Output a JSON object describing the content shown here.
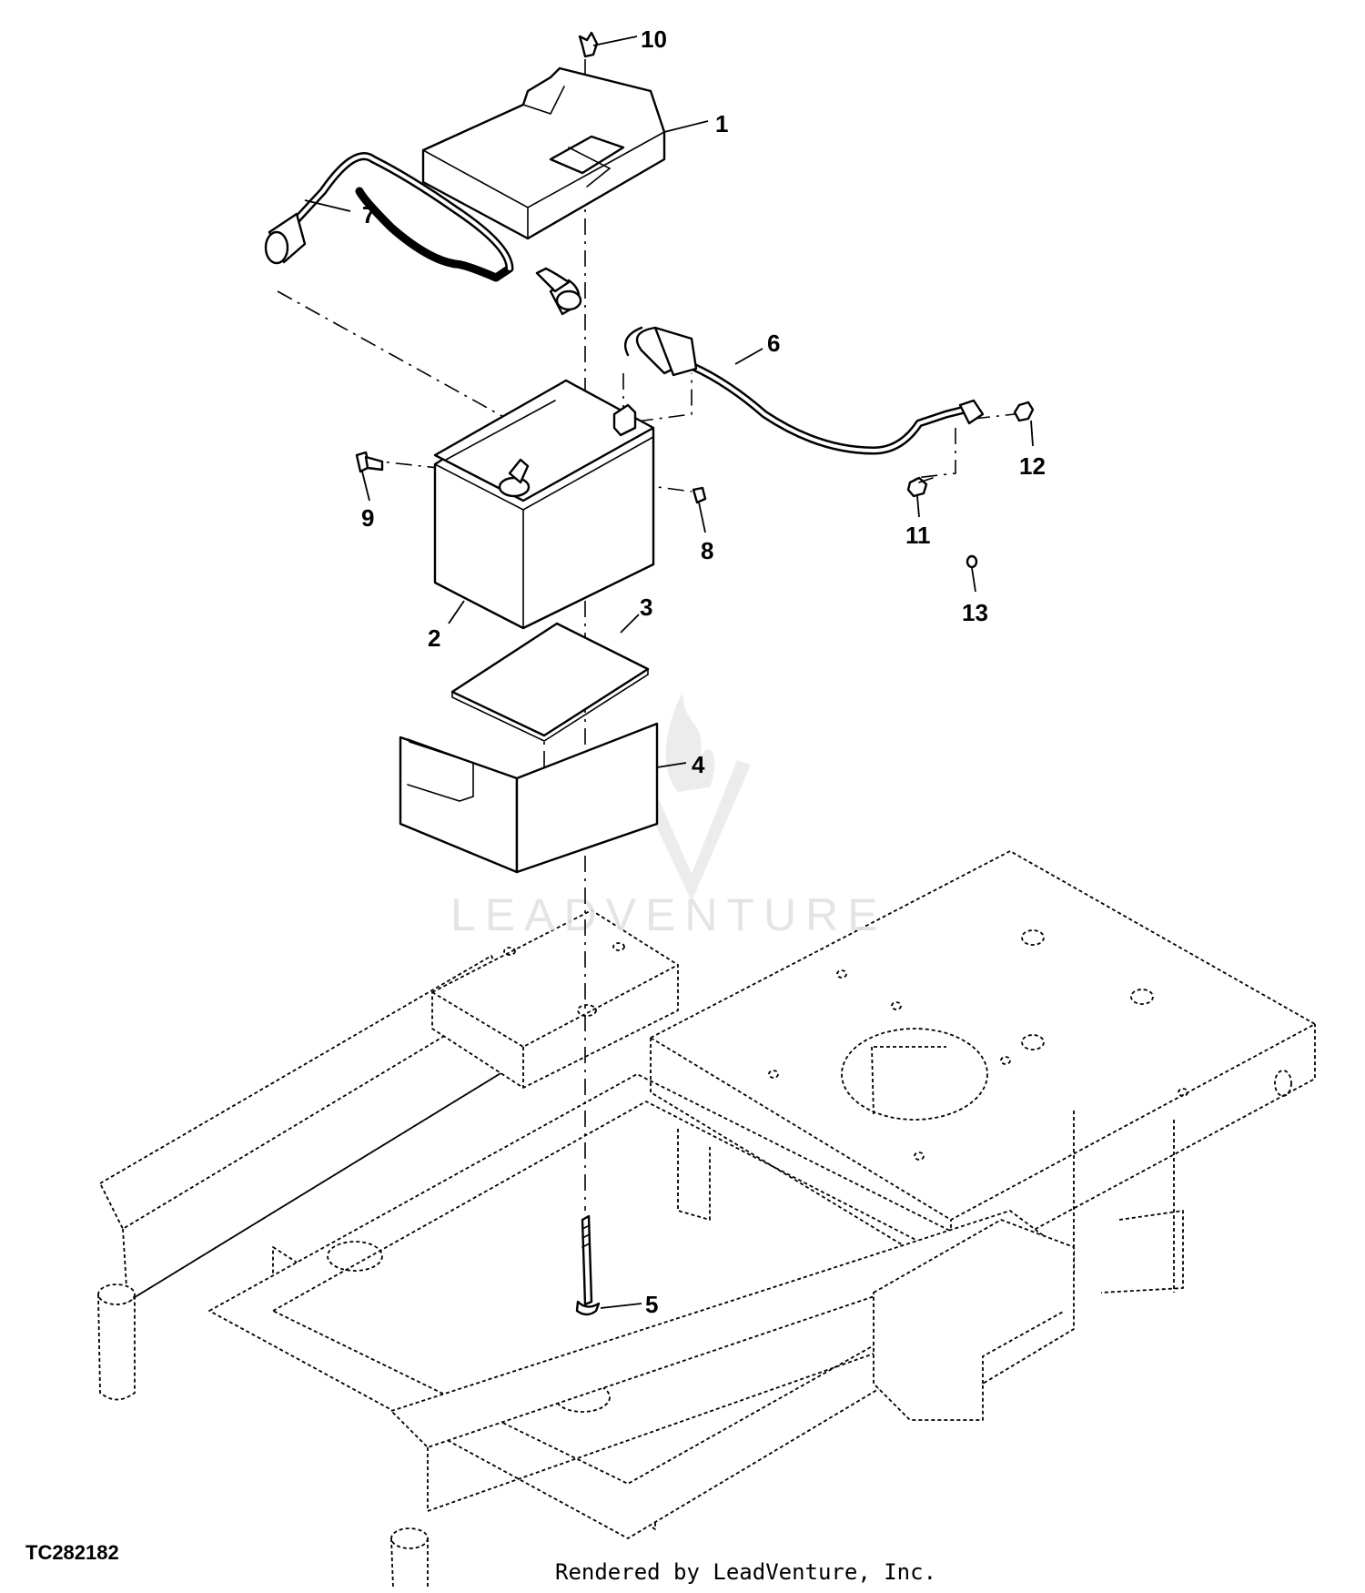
{
  "figure_id": "TC282182",
  "footer_text": "Rendered by LeadVenture, Inc.",
  "watermark_text": "LEADVENTURE",
  "callouts": [
    "1",
    "2",
    "3",
    "4",
    "5",
    "6",
    "7",
    "8",
    "9",
    "10",
    "11",
    "12",
    "13"
  ],
  "colors": {
    "line": "#000000",
    "background": "#ffffff",
    "watermark": "#e2e2e2"
  }
}
